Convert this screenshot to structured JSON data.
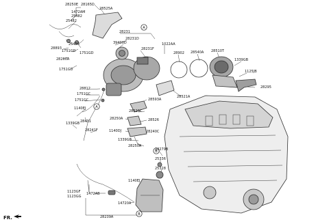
{
  "diagram": {
    "view_callouts": [
      "A",
      "A",
      "B",
      "B"
    ],
    "direction_label": "FR.",
    "part_labels": [
      "28250E",
      "28165D",
      "1472AM",
      "25482",
      "28525A",
      "25482",
      "25456",
      "28231",
      "28231D",
      "39400D",
      "1022AA",
      "28893",
      "1751GD",
      "1751GD",
      "28231F",
      "28902",
      "28540A",
      "28510T",
      "28260A",
      "1751GD",
      "1339GB",
      "1125JB",
      "28812",
      "1751GC",
      "28521A",
      "28295",
      "1751GC",
      "28593A",
      "1140EJ",
      "28526C",
      "28431",
      "28250A",
      "28526",
      "1339GB",
      "28241F",
      "1140DJ",
      "28240C",
      "1339GB",
      "28250A",
      "28279B",
      "25336",
      "25328",
      "1140EJ",
      "1123GF",
      "1123GG",
      "1472AB",
      "14720A",
      "28239A"
    ]
  }
}
